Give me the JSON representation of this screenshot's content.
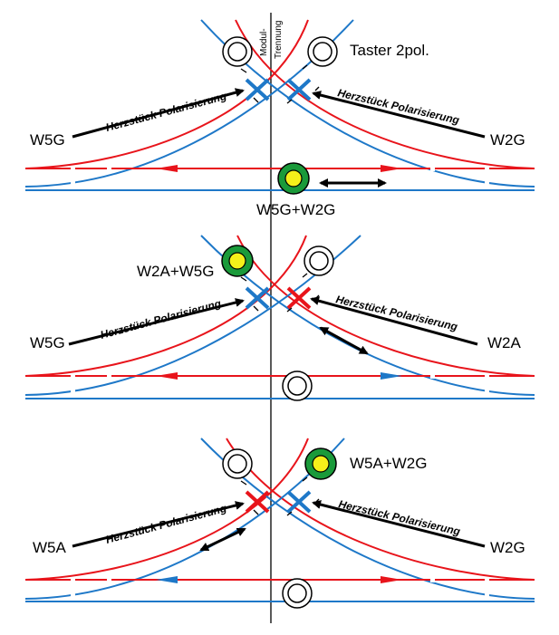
{
  "colors": {
    "red": "#e8141b",
    "blue": "#1e78c8",
    "green": "#1a9a3a",
    "yellow": "#f5f01a",
    "black": "#000000"
  },
  "header": {
    "modul_trennung": [
      "Modul-",
      "Trennung"
    ],
    "taster": "Taster 2pol."
  },
  "panels": [
    {
      "left_label": "W5G",
      "right_label": "W2G",
      "left_polarity": "Herzstück Polarisierung",
      "right_polarity": "Herzstück Polarisierung",
      "active_label": "W5G+W2G"
    },
    {
      "left_label": "W5G",
      "right_label": "W2A",
      "left_polarity": "Herzstück Polarisierung",
      "right_polarity": "Herzstück Polarisierung",
      "active_label": "W2A+W5G"
    },
    {
      "left_label": "W5A",
      "right_label": "W2G",
      "left_polarity": "Herzstück Polarisierung",
      "right_polarity": "Herzstück Polarisierung",
      "active_label": "W5A+W2G"
    }
  ],
  "icons": [
    "push-button-icon",
    "indicator-lamp-icon",
    "double-arrow-icon",
    "frog-cross-icon"
  ]
}
